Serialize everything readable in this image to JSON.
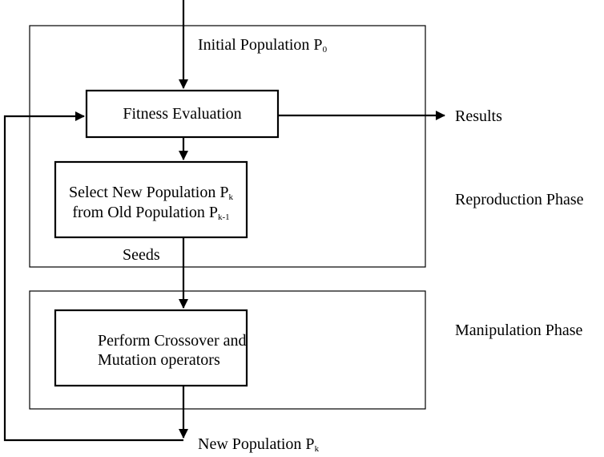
{
  "labels": {
    "initial_population": "Initial Population P",
    "initial_population_sub": "0",
    "fitness_evaluation": "Fitness Evaluation",
    "results": "Results",
    "select_line1": "Select New Population P",
    "select_line1_sub": "k",
    "select_line2": "from Old Population P",
    "select_line2_sub": "k-1",
    "reproduction_phase": "Reproduction Phase",
    "seeds": "Seeds",
    "crossover_line1": "Perform Crossover and",
    "crossover_line2": "Mutation operators",
    "manipulation_phase": "Manipulation Phase",
    "new_population": "New Population P",
    "new_population_sub": "k"
  },
  "colors": {
    "stroke": "#000000",
    "background": "#ffffff"
  }
}
